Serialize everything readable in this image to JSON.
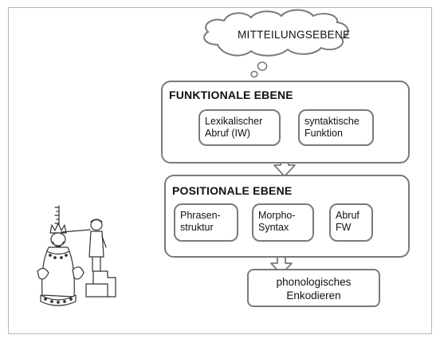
{
  "message_level": {
    "label": "MITTEILUNGSEBENE"
  },
  "functional_level": {
    "heading": "FUNKTIONALE EBENE",
    "items": [
      {
        "label": "Lexikalischer\nAbruf (IW)"
      },
      {
        "label": "syntaktische\nFunktion"
      }
    ]
  },
  "positional_level": {
    "heading": "POSITIONALE EBENE",
    "items": [
      {
        "label": "Phrasen-\nstruktur"
      },
      {
        "label": "Morpho-\nSyntax"
      },
      {
        "label": "Abruf\nFW"
      }
    ]
  },
  "output": {
    "label": "phonologisches\nEnkodieren"
  }
}
